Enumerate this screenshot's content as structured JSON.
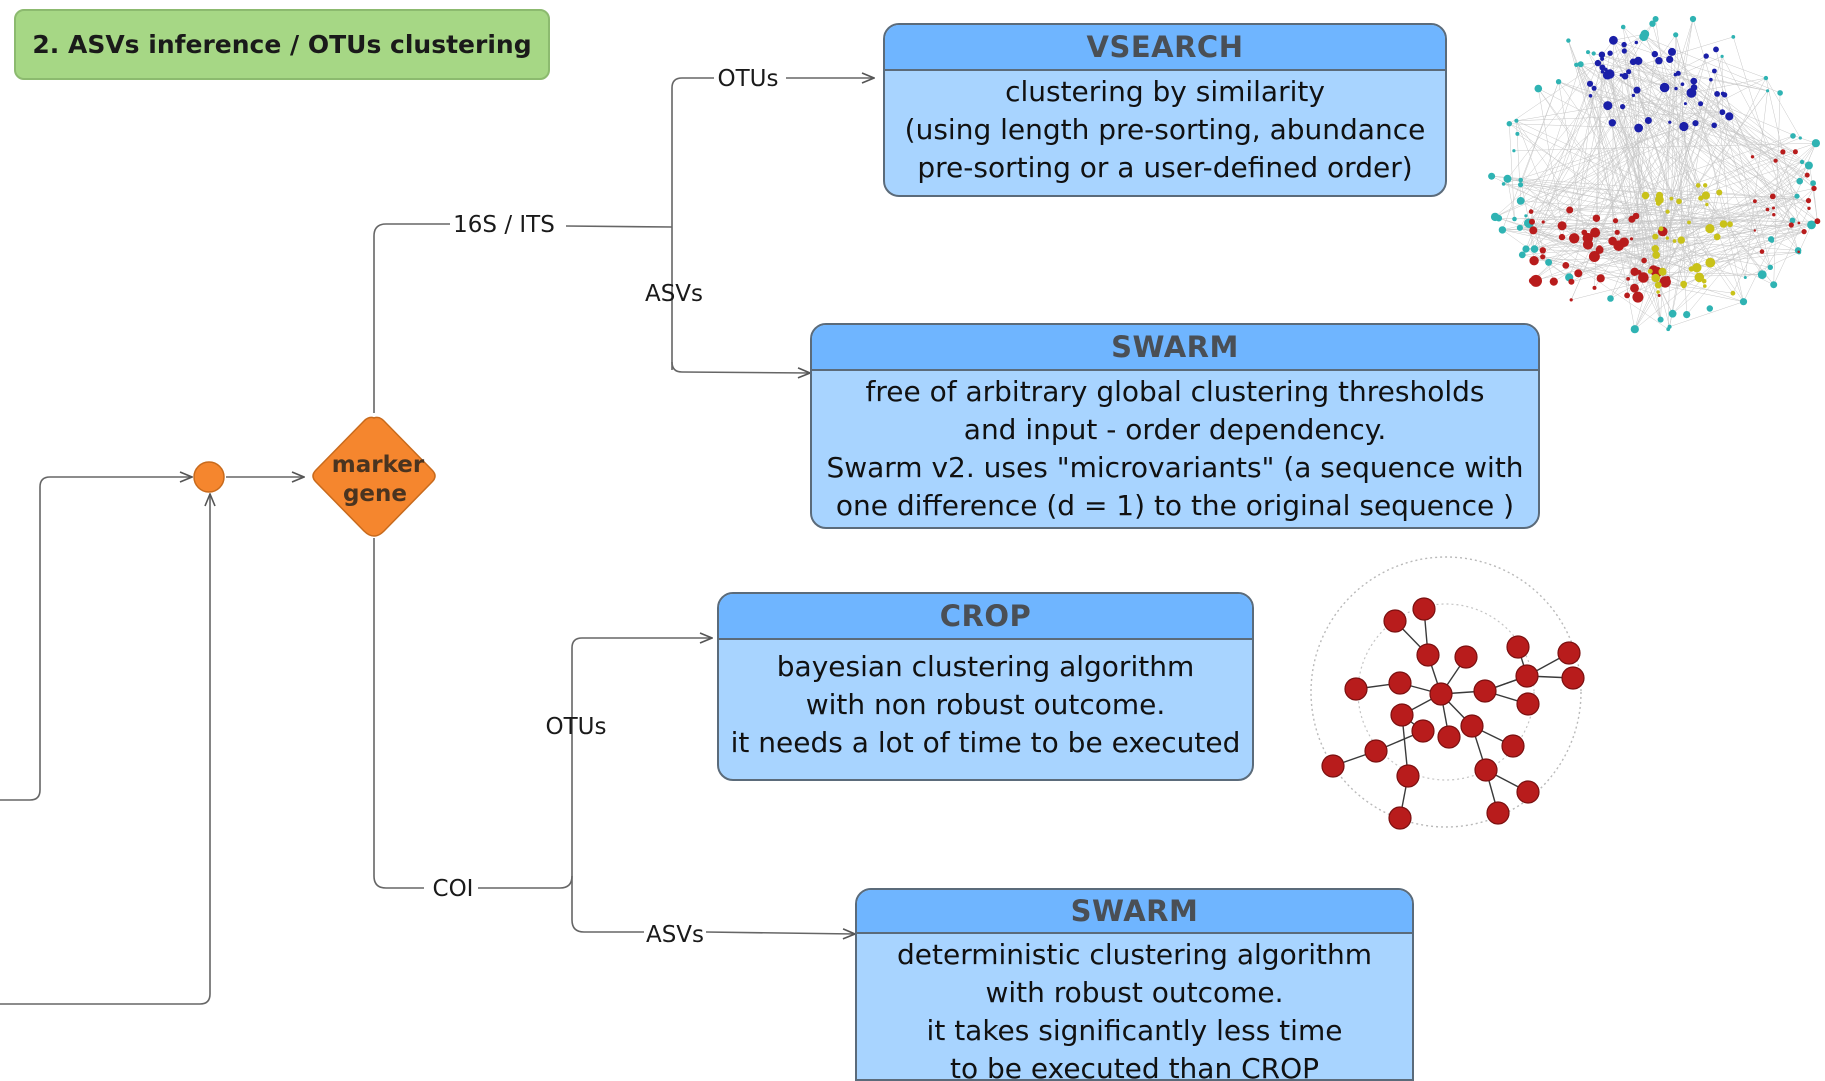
{
  "title": "2. ASVs inference / OTUs clustering",
  "decision": {
    "label_line1": "marker",
    "label_line2": "gene"
  },
  "edges": {
    "its_16s": "16S / ITS",
    "coi": "COI",
    "otus_top": "OTUs",
    "asvs_top": "ASVs",
    "otus_bottom": "OTUs",
    "asvs_bottom": "ASVs"
  },
  "cards": {
    "vsearch": {
      "title": "VSEARCH",
      "body": "clustering by similarity\n(using length pre-sorting, abundance\npre-sorting or a user-defined order)"
    },
    "swarm_top": {
      "title": "SWARM",
      "body": "free of arbitrary global  clustering thresholds\nand input - order dependency.\nSwarm v2. uses \"microvariants\"  (a sequence with\none difference (d = 1) to the original sequence )"
    },
    "crop": {
      "title": "CROP",
      "body": "bayesian clustering algorithm\nwith non robust outcome.\nit needs a lot of time to be executed"
    },
    "swarm_bottom": {
      "title": "SWARM",
      "body": "deterministic clustering algorithm\nwith robust outcome.\nit takes significantly less time\nto be executed than CROP"
    }
  },
  "colors": {
    "card_fill": "#a8d4ff",
    "card_header": "#6fb5ff",
    "title_fill": "#a6d785",
    "node_orange": "#f5862e",
    "network_red": "#b81c1c",
    "network_blue": "#1a1fa8",
    "network_teal": "#2fb3b3",
    "network_yellow": "#c9c21a"
  },
  "icons": [
    "network-graph-icon",
    "cluster-graph-icon"
  ]
}
